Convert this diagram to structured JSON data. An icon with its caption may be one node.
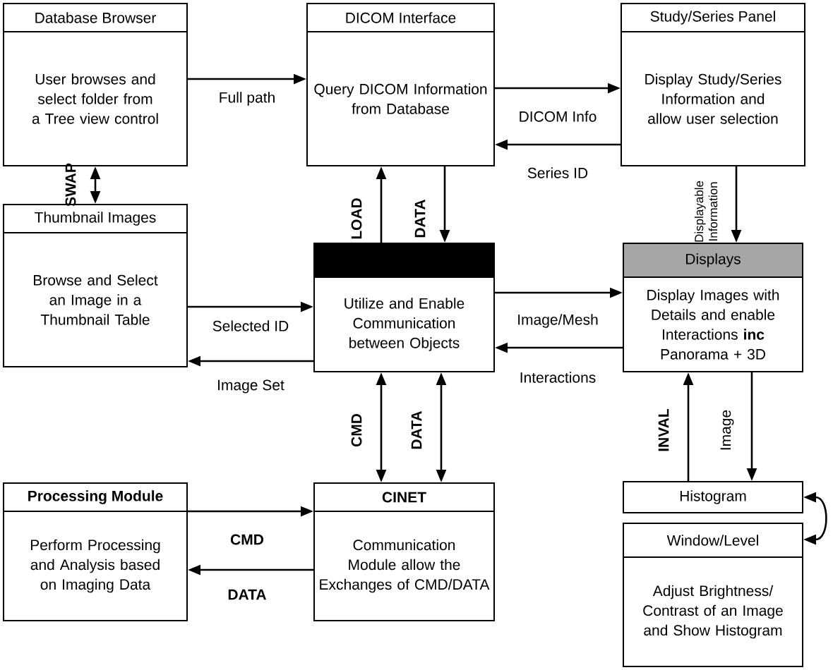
{
  "diagram": {
    "nodes": [
      {
        "text": [
          "Database Browser",
          "User browses and select folder from a Tree view control"
        ]
      },
      {
        "text": [
          "DICOM Interface",
          "Query DICOM Information from Database"
        ]
      },
      {
        "text": [
          "Study/Series Panel",
          "Display Study/Series Information and allow user selection"
        ]
      },
      {
        "text": [
          "Thumbnail Images",
          "Browse and Select an Image in a Thumbnail Table"
        ]
      },
      {
        "text": [
          "Utilize and Enable Communication between Objects"
        ]
      },
      {
        "text": [
          "Displays",
          "Display Images with Details and enable Interactions **inc** Panorama + 3D"
        ]
      },
      {
        "text": [
          "Processing Module",
          "Perform Processing and Analysis based on Imaging Data"
        ]
      },
      {
        "text": [
          "CINET",
          "Communication Module allow the Exchanges of CMD/DATA"
        ]
      },
      {
        "text": [
          "Histogram"
        ]
      },
      {
        "text": [
          "Window/Level",
          "Adjust Brightness/ Contrast of an Image and Show Histogram"
        ]
      }
    ],
    "edges": [
      {
        "from": 0,
        "to": 1,
        "arrow": "to",
        "label": "Full path"
      },
      {
        "from": 1,
        "to": 2,
        "arrow": "to",
        "label": "DICOM Info"
      },
      {
        "from": 2,
        "to": 1,
        "arrow": "to",
        "label": "Series ID"
      },
      {
        "from": 0,
        "to": 3,
        "arrow": "both",
        "label": "SWAP"
      },
      {
        "from": 4,
        "to": 1,
        "arrow": "to",
        "label": "LOAD"
      },
      {
        "from": 1,
        "to": 4,
        "arrow": "to",
        "label": "DATA"
      },
      {
        "from": 2,
        "to": 5,
        "arrow": "to",
        "label": "Displayable Information"
      },
      {
        "from": 3,
        "to": 4,
        "arrow": "to",
        "label": "Selected ID"
      },
      {
        "from": 4,
        "to": 3,
        "arrow": "to",
        "label": "Image Set"
      },
      {
        "from": 4,
        "to": 5,
        "arrow": "to",
        "label": "Image/Mesh"
      },
      {
        "from": 5,
        "to": 4,
        "arrow": "to",
        "label": "Interactions"
      },
      {
        "from": 4,
        "to": 7,
        "arrow": "both",
        "label": "CMD"
      },
      {
        "from": 4,
        "to": 7,
        "arrow": "both",
        "label": "DATA"
      },
      {
        "from": 6,
        "to": 7,
        "arrow": "to",
        "label": "CMD"
      },
      {
        "from": 7,
        "to": 6,
        "arrow": "to",
        "label": "DATA"
      },
      {
        "from": 8,
        "to": 5,
        "arrow": "to",
        "label": "INVAL"
      },
      {
        "from": 5,
        "to": 8,
        "arrow": "to",
        "label": "Image"
      },
      {
        "from": 8,
        "to": 9,
        "arrow": "both"
      }
    ]
  }
}
